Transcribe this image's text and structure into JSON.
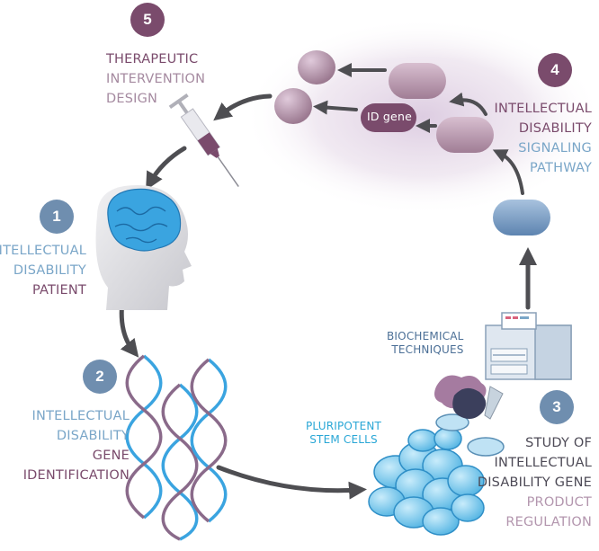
{
  "steps": [
    {
      "number": "5",
      "lines": [
        "THERAPEUTIC",
        "INTERVENTION",
        "DESIGN"
      ]
    },
    {
      "number": "4",
      "lines": [
        "INTELLECTUAL",
        "DISABILITY",
        "SIGNALING",
        "PATHWAY"
      ]
    },
    {
      "number": "1",
      "lines": [
        "INTELLECTUAL",
        "DISABILITY",
        "PATIENT"
      ]
    },
    {
      "number": "2",
      "lines": [
        "INTELLECTUAL",
        "DISABILITY",
        "GENE",
        "IDENTIFICATION"
      ]
    },
    {
      "number": "3",
      "lines": [
        "STUDY OF",
        "INTELLECTUAL",
        "DISABILITY GENE",
        "PRODUCT",
        "REGULATION"
      ]
    }
  ],
  "labels": {
    "id_gene": "ID gene",
    "pluripotent": [
      "PLURIPOTENT",
      "STEM CELLS"
    ],
    "biochemical": [
      "BIOCHEMICAL",
      "TECHNIQUES"
    ]
  },
  "colors": {
    "purple": "#7a4b6c",
    "blue": "#6f8eaf",
    "arrow": "#4e4e52",
    "cyan": "#2aa7d6"
  }
}
